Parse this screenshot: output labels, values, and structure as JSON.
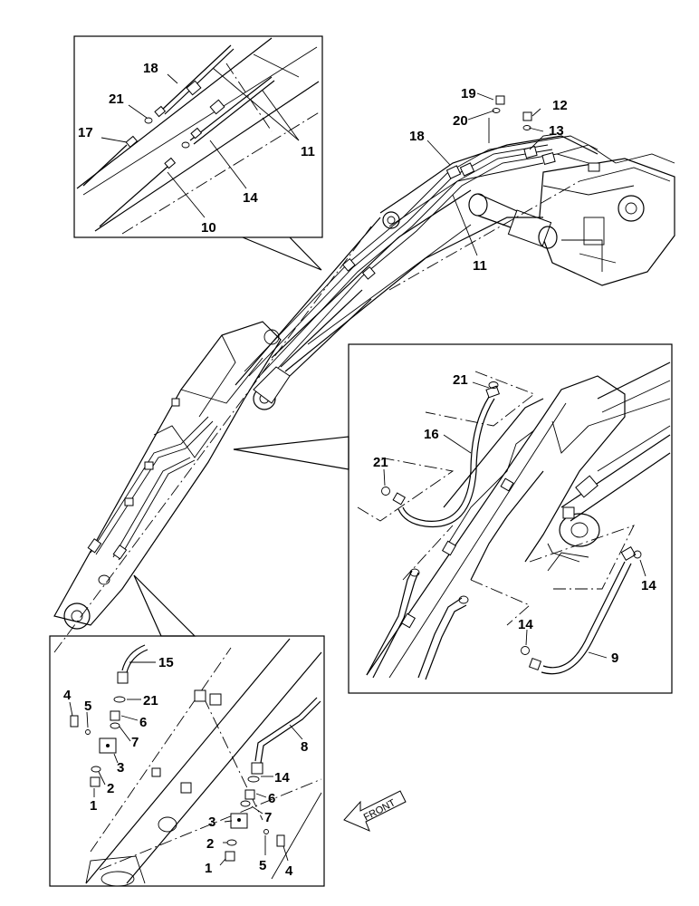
{
  "callouts": {
    "inset_top": [
      "18",
      "21",
      "17",
      "11",
      "14",
      "10"
    ],
    "main": [
      "19",
      "20",
      "12",
      "13",
      "18",
      "11"
    ],
    "inset_right": [
      "21",
      "16",
      "21",
      "14",
      "14",
      "9"
    ],
    "inset_bottom": [
      "15",
      "4",
      "5",
      "21",
      "6",
      "7",
      "3",
      "2",
      "1",
      "8",
      "14",
      "6",
      "7",
      "3",
      "2",
      "5",
      "4",
      "1"
    ]
  },
  "front_label": "FRONT"
}
